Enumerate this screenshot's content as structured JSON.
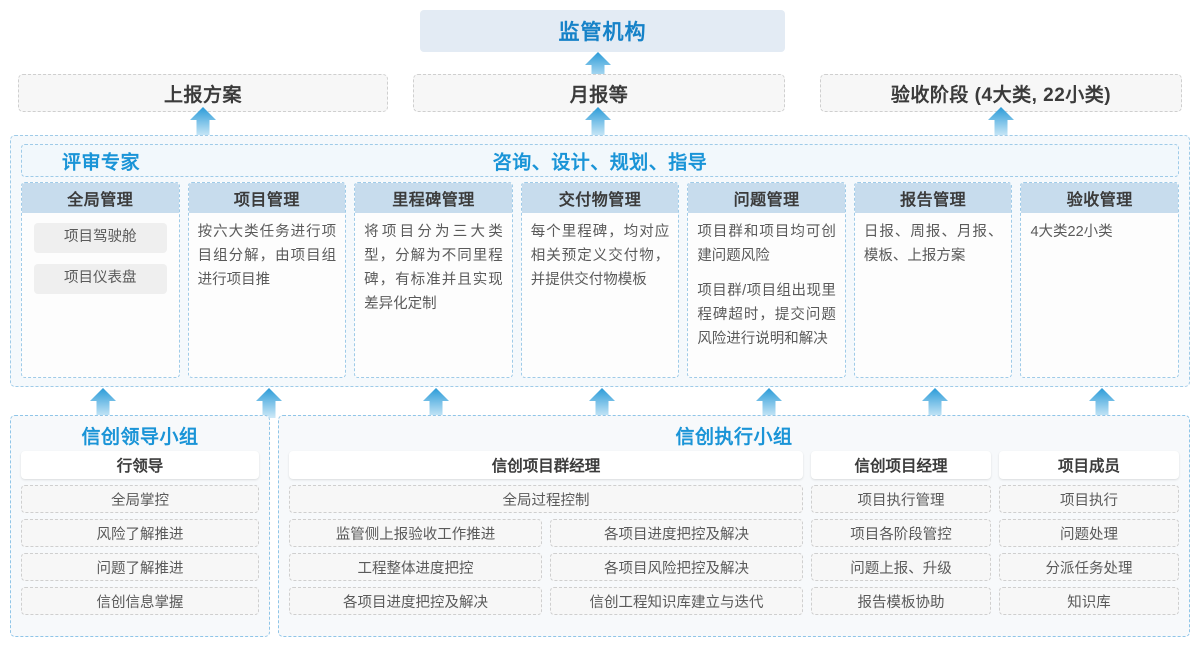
{
  "top": {
    "regulator": "监管机构",
    "reports": [
      "上报方案",
      "月报等",
      "验收阶段 (4大类, 22小类)"
    ]
  },
  "middle": {
    "left_label": "评审专家",
    "center_label": "咨询、设计、规划、指导",
    "cards": [
      {
        "title": "全局管理",
        "type": "pills",
        "pills": [
          "项目驾驶舱",
          "项目仪表盘"
        ],
        "paragraphs": []
      },
      {
        "title": "项目管理",
        "type": "text",
        "pills": [],
        "paragraphs": [
          "按六大类任务进行项目组分解，由项目组进行项目推"
        ]
      },
      {
        "title": "里程碑管理",
        "type": "text",
        "pills": [],
        "paragraphs": [
          "将项目分为三大类型，分解为不同里程碑，有标准并且实现差异化定制"
        ]
      },
      {
        "title": "交付物管理",
        "type": "text",
        "pills": [],
        "paragraphs": [
          "每个里程碑，均对应相关预定义交付物，并提供交付物模板"
        ]
      },
      {
        "title": "问题管理",
        "type": "text",
        "pills": [],
        "paragraphs": [
          "项目群和项目均可创建问题风险",
          "项目群/项目组出现里程碑超时，提交问题风险进行说明和解决"
        ]
      },
      {
        "title": "报告管理",
        "type": "text",
        "pills": [],
        "paragraphs": [
          "日报、周报、月报、模板、上报方案"
        ]
      },
      {
        "title": "验收管理",
        "type": "plain",
        "pills": [],
        "paragraphs": [
          "4大类22小类"
        ]
      }
    ]
  },
  "bottom": {
    "leader_group": {
      "title": "信创领导小组",
      "role": "行领导",
      "tasks": [
        "全局掌控",
        "风险了解推进",
        "问题了解推进",
        "信创信息掌握"
      ]
    },
    "exec_group": {
      "title": "信创执行小组",
      "program_manager": {
        "role": "信创项目群经理",
        "full_width_task": "全局过程控制",
        "left_tasks": [
          "监管侧上报验收工作推进",
          "工程整体进度把控",
          "各项目进度把控及解决"
        ],
        "right_tasks": [
          "各项目进度把控及解决",
          "各项目风险把控及解决",
          "信创工程知识库建立与迭代"
        ]
      },
      "project_manager": {
        "role": "信创项目经理",
        "tasks": [
          "项目执行管理",
          "项目各阶段管控",
          "问题上报、升级",
          "报告模板协助"
        ]
      },
      "members": {
        "role": "项目成员",
        "tasks": [
          "项目执行",
          "问题处理",
          "分派任务处理",
          "知识库"
        ]
      }
    }
  },
  "arrows": {
    "icon": "arrow-up-icon",
    "color_top": "#2a9bd8",
    "color_bottom": "#bfe3f5"
  },
  "colors": {
    "accent": "#1a94d7",
    "header_bg": "#e3ebf4",
    "card_head_bg": "#c7dced",
    "panel_bg": "#f5f9fc",
    "dashed_blue": "#9fcbe8",
    "dashed_gray": "#cfcfcf"
  }
}
